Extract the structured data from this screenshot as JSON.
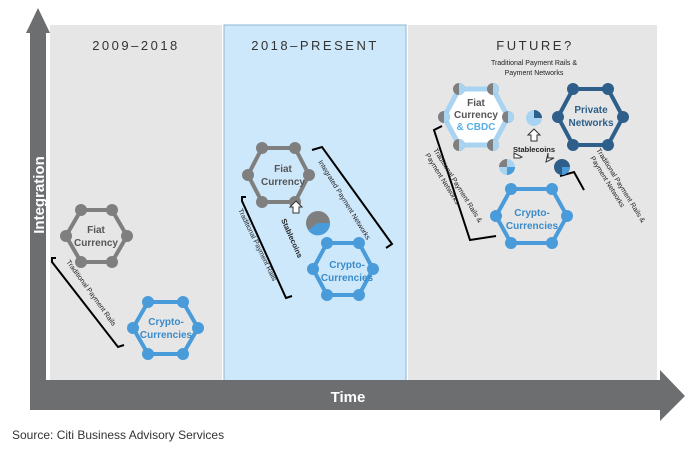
{
  "axes": {
    "y_label": "Integration",
    "x_label": "Time"
  },
  "periods": [
    {
      "title": "2009–2018"
    },
    {
      "title": "2018–PRESENT"
    },
    {
      "title": "FUTURE?"
    }
  ],
  "hexagons": {
    "fiat_2009": [
      "Fiat",
      "Currency"
    ],
    "crypto_2009": [
      "Crypto-",
      "Currencies"
    ],
    "fiat_present": [
      "Fiat",
      "Currency"
    ],
    "crypto_present": [
      "Crypto-",
      "Currencies"
    ],
    "fiat_future": [
      "Fiat",
      "Currency",
      "& CBDC"
    ],
    "private_future": [
      "Private",
      "Networks"
    ],
    "crypto_future": [
      "Crypto-",
      "Currencies"
    ]
  },
  "rails": {
    "traditional": "Traditional Payment Rails",
    "integrated": "Integrated Payment Networks",
    "future_top": [
      "Traditional Payment Rails &",
      "Payment Networks"
    ],
    "future_left": [
      "Traditional Payment Rails &",
      "Payment Networks"
    ],
    "future_right": [
      "Traditional Payment Rails &",
      "Payment Networks"
    ]
  },
  "stablecoins": {
    "present": "Stablecoins",
    "future": "Stablecoins"
  },
  "source": "Source: Citi Business Advisory Services",
  "colors": {
    "gray_node": "#7f7f7f",
    "blue_node": "#4a9bd9",
    "navy_node": "#2e5f8a",
    "light_blue_node": "#a8d4f2",
    "panel_gray": "#e6e6e6",
    "panel_blue": "#cde8fb",
    "axis": "#6d6e70"
  }
}
